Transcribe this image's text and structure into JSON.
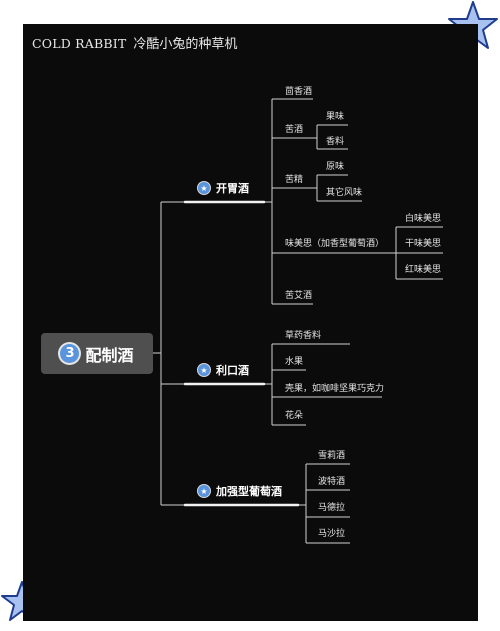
{
  "header": {
    "brand": "COLD RABBIT",
    "subtitle": "冷酷小兔的种草机"
  },
  "root": {
    "number": "3",
    "label": "配制酒"
  },
  "branches": [
    {
      "label": "开胃酒",
      "children": [
        {
          "label": "茴香酒"
        },
        {
          "label": "苦酒",
          "children": [
            "果味",
            "香料"
          ]
        },
        {
          "label": "苦精",
          "children": [
            "原味",
            "其它风味"
          ]
        },
        {
          "label": "味美思（加香型葡萄酒）",
          "children": [
            "白味美思",
            "干味美思",
            "红味美思"
          ]
        },
        {
          "label": "苦艾酒"
        }
      ]
    },
    {
      "label": "利口酒",
      "children": [
        {
          "label": "草药香料"
        },
        {
          "label": "水果"
        },
        {
          "label": "壳果，如咖啡坚果巧克力"
        },
        {
          "label": "花朵"
        }
      ]
    },
    {
      "label": "加强型葡萄酒",
      "children": [
        {
          "label": "雪莉酒"
        },
        {
          "label": "波特酒"
        },
        {
          "label": "马德拉"
        },
        {
          "label": "马沙拉"
        }
      ]
    }
  ],
  "colors": {
    "background": "#0b0b0b",
    "accent": "#5a94dc",
    "root_box": "#4f4f4f",
    "star": "#a9c1f0"
  }
}
